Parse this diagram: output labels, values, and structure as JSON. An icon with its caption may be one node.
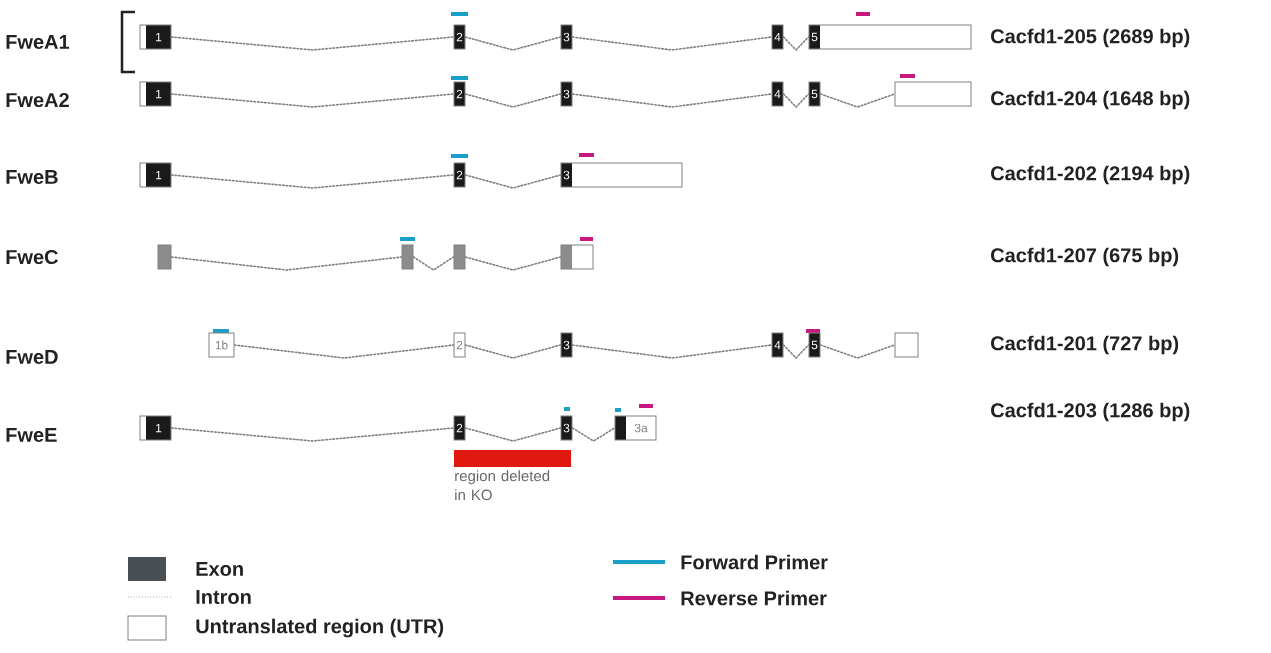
{
  "diagram": {
    "nodes": [
      {
        "text": [
          "1"
        ]
      },
      {
        "text": [
          "2"
        ]
      },
      {
        "text": [
          "3"
        ]
      },
      {
        "text": [
          "4"
        ]
      },
      {
        "text": [
          "5"
        ]
      },
      {
        "text": [
          "1"
        ]
      },
      {
        "text": [
          "2"
        ]
      },
      {
        "text": [
          "3"
        ]
      },
      {
        "text": [
          "4"
        ]
      },
      {
        "text": [
          "5"
        ]
      },
      {
        "text": [],
        "shape": "box"
      },
      {
        "text": [
          "1"
        ]
      },
      {
        "text": [
          "2"
        ]
      },
      {
        "text": [
          "3"
        ]
      },
      {
        "text": [],
        "shape": "box"
      },
      {
        "text": [],
        "shape": "box"
      },
      {
        "text": [],
        "shape": "box"
      },
      {
        "text": [],
        "shape": "box"
      },
      {
        "text": [
          "1b"
        ]
      },
      {
        "text": [
          "2"
        ]
      },
      {
        "text": [
          "3"
        ]
      },
      {
        "text": [
          "4"
        ]
      },
      {
        "text": [
          "5"
        ]
      },
      {
        "text": [],
        "shape": "box"
      },
      {
        "text": [
          "1"
        ]
      },
      {
        "text": [
          "2"
        ]
      },
      {
        "text": [
          "3"
        ]
      },
      {
        "text": [
          "3a"
        ]
      },
      {
        "text": [
          "region deleted in KO"
        ]
      }
    ],
    "edges": [
      {
        "from": 0,
        "to": 1,
        "arrow": "none"
      },
      {
        "from": 1,
        "to": 2,
        "arrow": "none"
      },
      {
        "from": 2,
        "to": 3,
        "arrow": "none"
      },
      {
        "from": 3,
        "to": 4,
        "arrow": "none"
      },
      {
        "from": 5,
        "to": 6,
        "arrow": "none"
      },
      {
        "from": 6,
        "to": 7,
        "arrow": "none"
      },
      {
        "from": 7,
        "to": 8,
        "arrow": "none"
      },
      {
        "from": 8,
        "to": 9,
        "arrow": "none"
      },
      {
        "from": 9,
        "to": 10,
        "arrow": "none"
      },
      {
        "from": 11,
        "to": 12,
        "arrow": "none"
      },
      {
        "from": 12,
        "to": 13,
        "arrow": "none"
      },
      {
        "from": 14,
        "to": 15,
        "arrow": "none"
      },
      {
        "from": 15,
        "to": 16,
        "arrow": "none"
      },
      {
        "from": 16,
        "to": 17,
        "arrow": "none"
      },
      {
        "from": 18,
        "to": 19,
        "arrow": "none"
      },
      {
        "from": 19,
        "to": 20,
        "arrow": "none"
      },
      {
        "from": 20,
        "to": 21,
        "arrow": "none"
      },
      {
        "from": 21,
        "to": 22,
        "arrow": "none"
      },
      {
        "from": 22,
        "to": 23,
        "arrow": "none"
      },
      {
        "from": 24,
        "to": 25,
        "arrow": "none"
      },
      {
        "from": 25,
        "to": 26,
        "arrow": "none"
      },
      {
        "from": 26,
        "to": 27,
        "arrow": "none"
      }
    ],
    "labels": [
      "FweA1",
      "Cacfd1-205 (2689 bp)",
      "FweA2",
      "Cacfd1-204 (1648 bp)",
      "FweB",
      "Cacfd1-202 (2194 bp)",
      "FweC",
      "Cacfd1-207 (675 bp)",
      "FweD",
      "Cacfd1-201 (727 bp)",
      "Cacfd1-203 (1286 bp)",
      "FweE"
    ],
    "legend": [
      {
        "text": "Exon",
        "color": "#4a4f54"
      },
      {
        "text": "Intron"
      },
      {
        "text": "Untranslated region (UTR)"
      },
      {
        "text": "Forward Primer",
        "color": "#1aa0c8"
      },
      {
        "text": "Reverse Primer",
        "color": "#c8187e"
      }
    ]
  }
}
